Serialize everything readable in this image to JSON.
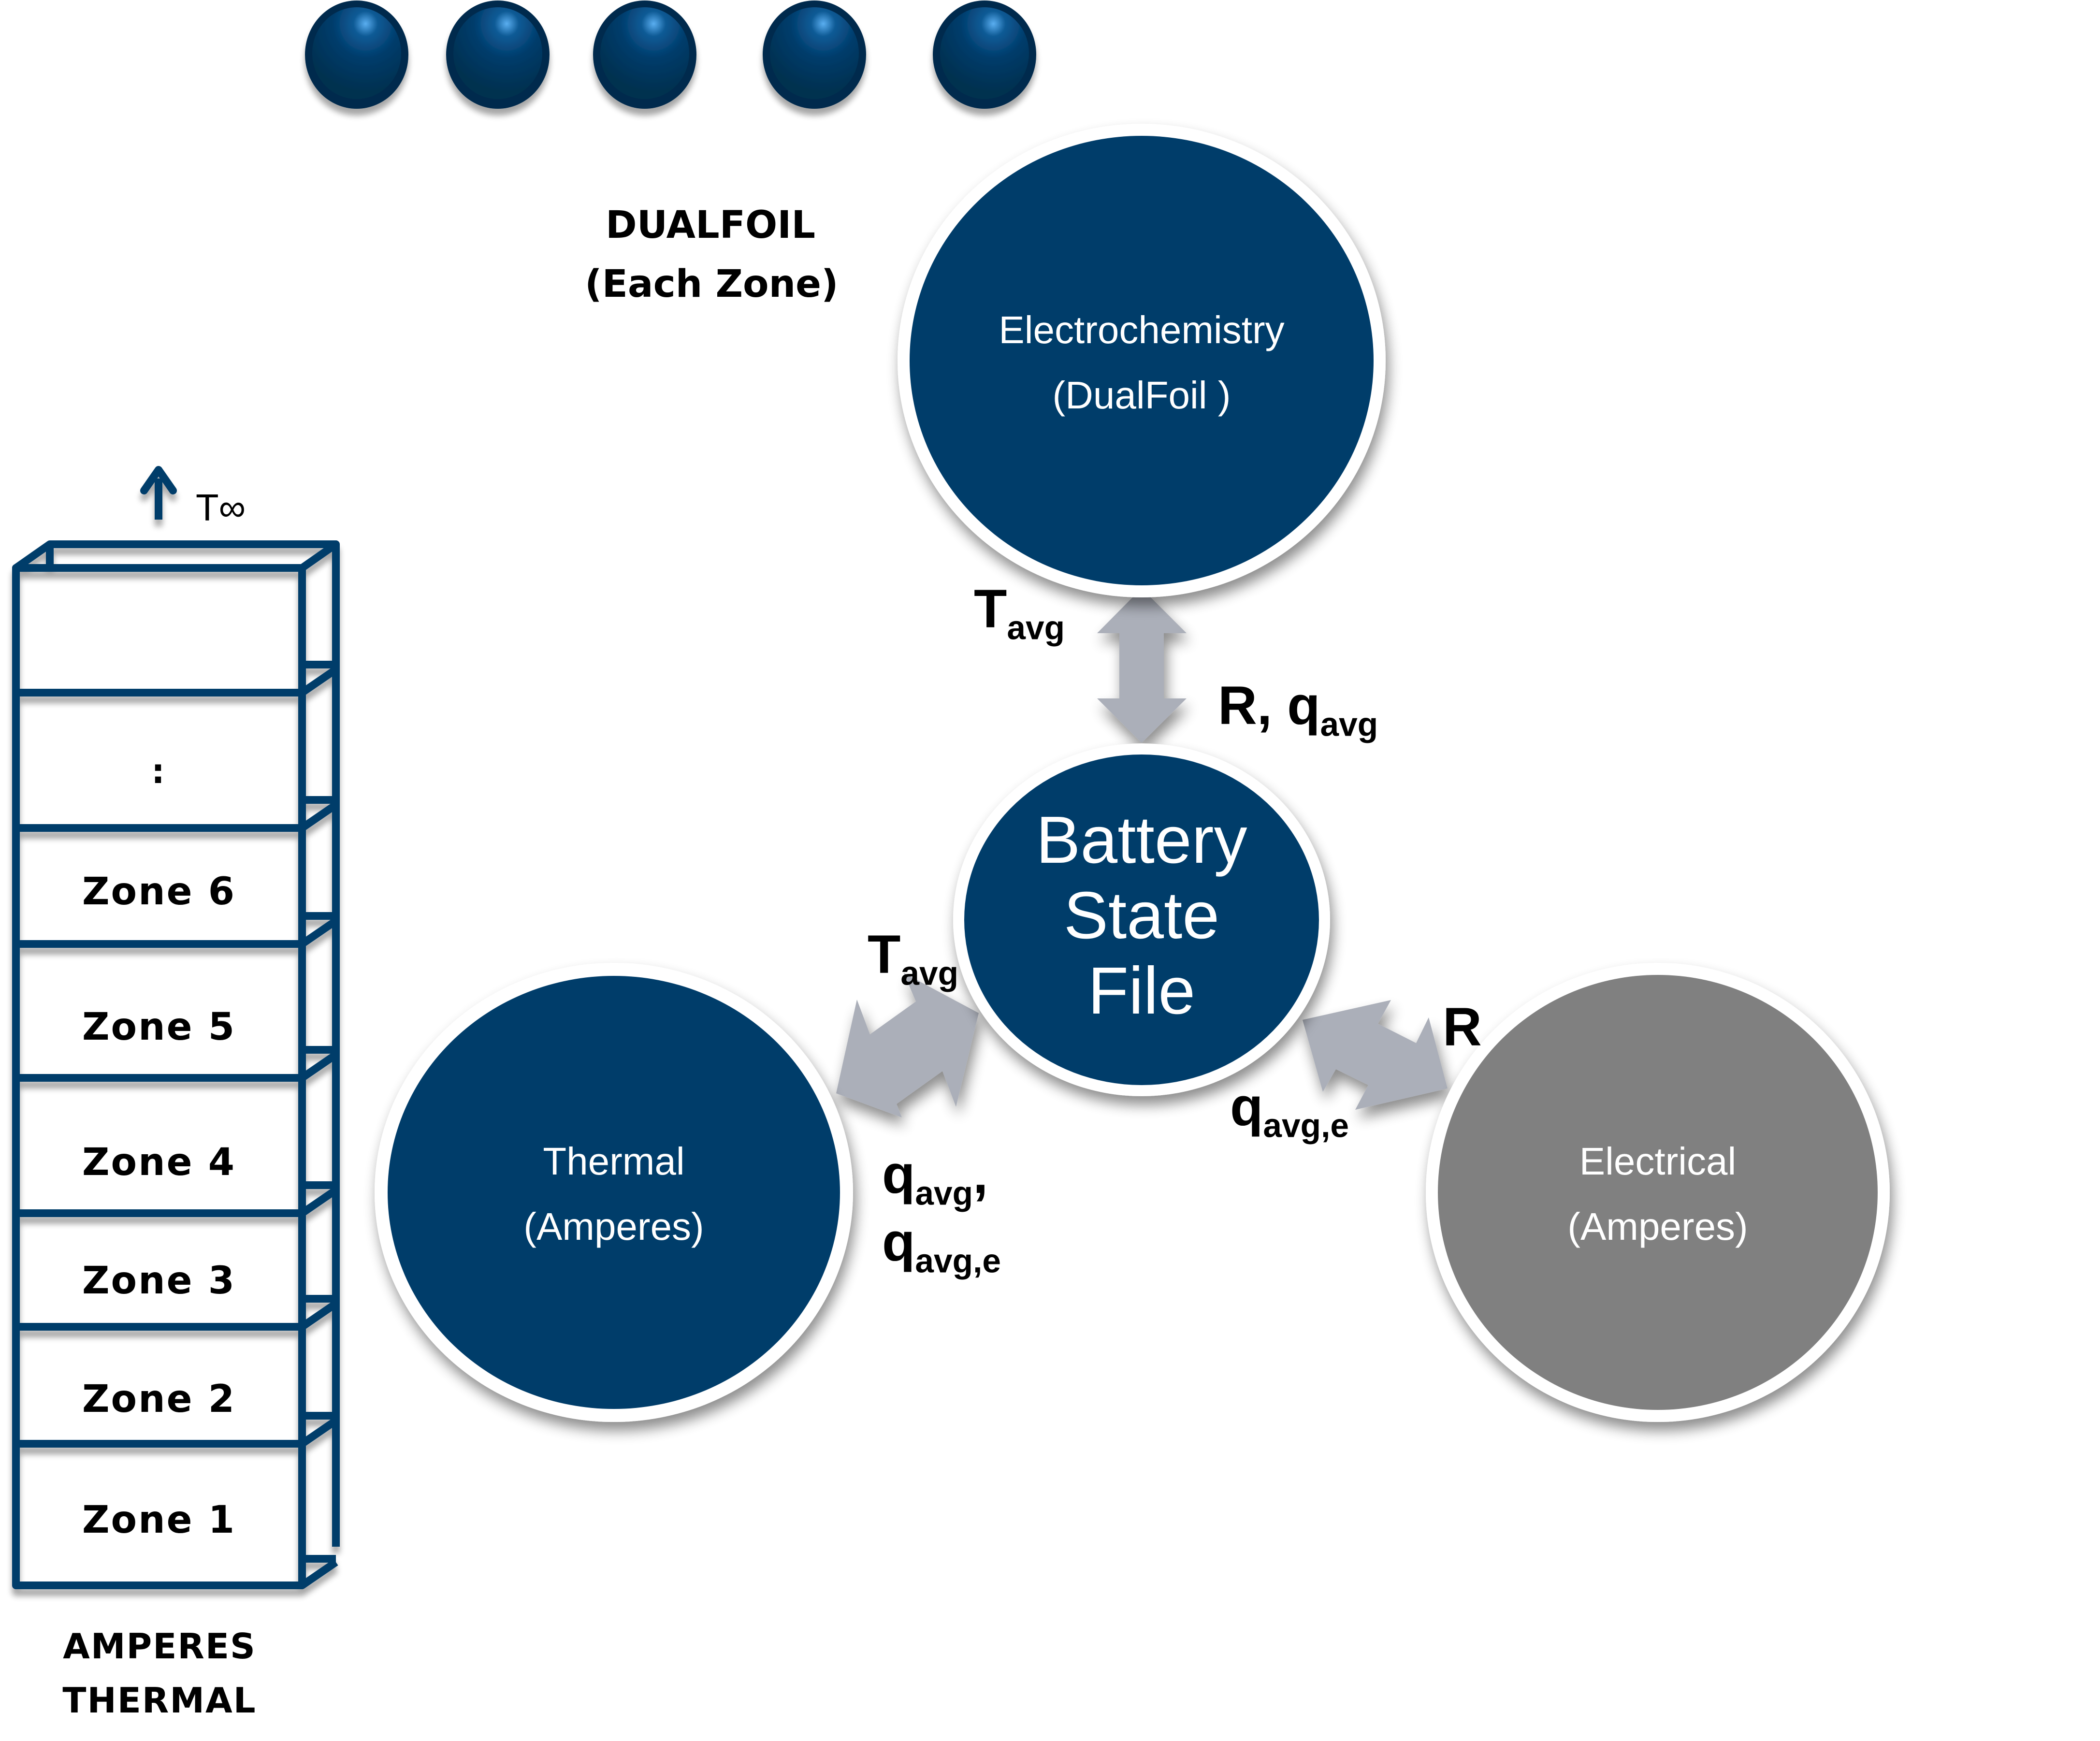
{
  "colors": {
    "primary_blue": "#023c6b",
    "node_gray": "#808080",
    "arrow_gray": "#abafb9",
    "text_black": "#000000",
    "text_white": "#ffffff"
  },
  "dualfoil_chain": {
    "node_count": 5,
    "label_line1": "DUALFOIL",
    "label_line2": "(Each Zone)"
  },
  "amperes_stack": {
    "ambient_label": "T∞",
    "ellipsis": ":",
    "zones": [
      "Zone 6",
      "Zone 5",
      "Zone 4",
      "Zone 3",
      "Zone 2",
      "Zone 1"
    ],
    "label_line1": "AMPERES",
    "label_line2": "THERMAL"
  },
  "nodes": {
    "electrochemistry": {
      "line1": "Electrochemistry",
      "line2": "(DualFoil )"
    },
    "battery_state": {
      "line1": "Battery",
      "line2": "State",
      "line3": "File"
    },
    "thermal": {
      "line1": "Thermal",
      "line2": "(Amperes)"
    },
    "electrical": {
      "line1": "Electrical",
      "line2": "(Amperes)"
    }
  },
  "exchange_labels": {
    "electrochem_in": {
      "main": "T",
      "sub": "avg"
    },
    "electrochem_out": {
      "main": "R, q",
      "sub": "avg"
    },
    "thermal_in": {
      "main": "T",
      "sub": "avg"
    },
    "thermal_out_1": {
      "main": "q",
      "sub": "avg",
      "suffix": ","
    },
    "thermal_out_2": {
      "main": "q",
      "sub": "avg,e"
    },
    "electrical_in": {
      "main": "R"
    },
    "electrical_out": {
      "main": "q",
      "sub": "avg,e"
    }
  }
}
